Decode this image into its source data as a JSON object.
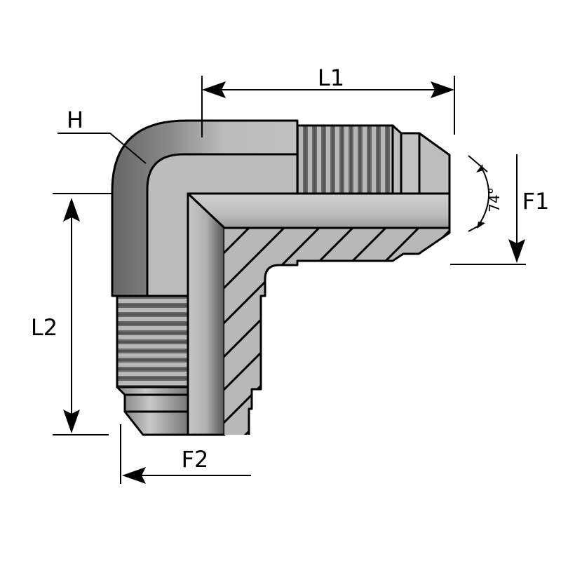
{
  "diagram": {
    "labels": {
      "l1": "L1",
      "l2": "L2",
      "h": "H",
      "f1": "F1",
      "f2": "F2",
      "angle": "74°"
    },
    "colors": {
      "metal_light": "#c4c4c4",
      "metal_mid": "#a9a9a9",
      "metal_dark": "#6e6e6e",
      "outline": "#000000"
    }
  }
}
